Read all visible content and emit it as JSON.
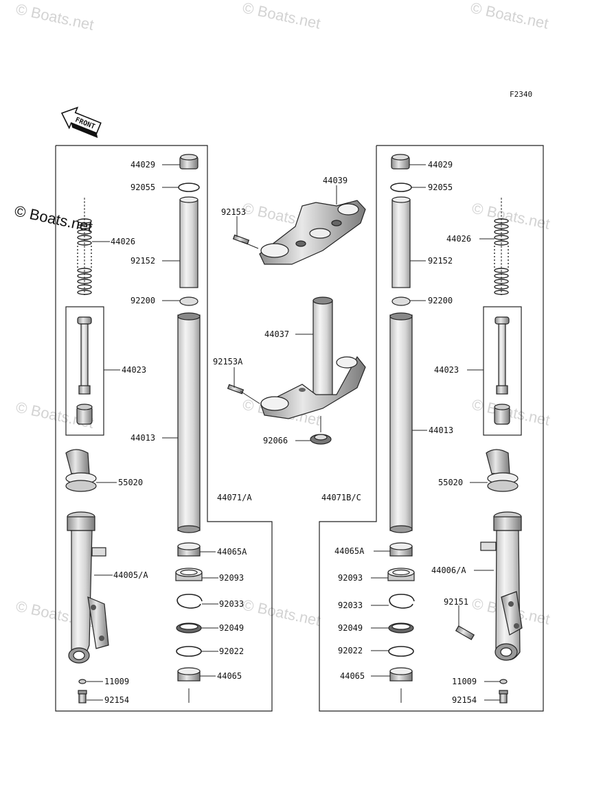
{
  "diagram_code": "F2340",
  "front_arrow_label": "FRONT",
  "watermark": {
    "text": "© Boats.net",
    "dark_overlay_text": "© Boats.net"
  },
  "labels": {
    "l_44029": "44029",
    "l_92055": "92055",
    "l_44026": "44026",
    "l_92152": "92152",
    "l_92200": "92200",
    "l_44023": "44023",
    "l_44013": "44013",
    "l_55020": "55020",
    "l_44071a": "44071/A",
    "l_44065a": "44065A",
    "l_92093": "92093",
    "l_44005a": "44005/A",
    "l_92033": "92033",
    "l_92049": "92049",
    "l_92022": "92022",
    "l_44065": "44065",
    "l_11009": "11009",
    "l_92154": "92154",
    "r_44029": "44029",
    "r_92055": "92055",
    "r_44026": "44026",
    "r_92152": "92152",
    "r_92200": "92200",
    "r_44023": "44023",
    "r_44013": "44013",
    "r_55020": "55020",
    "r_44071bc": "44071B/C",
    "r_44065a": "44065A",
    "r_92093": "92093",
    "r_44006a": "44006/A",
    "r_92033": "92033",
    "r_92151": "92151",
    "r_92049": "92049",
    "r_92022": "92022",
    "r_44065": "44065",
    "r_11009": "11009",
    "r_92154": "92154",
    "c_44039": "44039",
    "c_92153": "92153",
    "c_44037": "44037",
    "c_92153a": "92153A",
    "c_92066": "92066"
  }
}
